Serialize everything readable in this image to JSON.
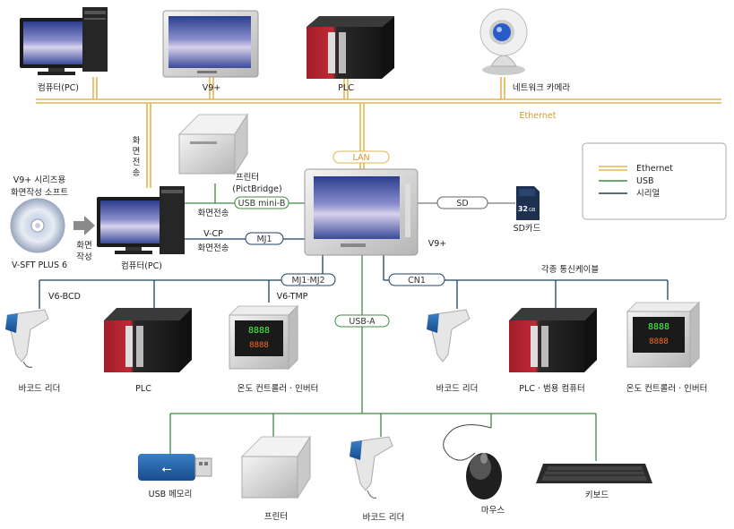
{
  "top_row": {
    "pc": "컴퓨터(PC)",
    "v9": "V9+",
    "plc": "PLC",
    "camera": "네트워크 카메라",
    "ethernet": "Ethernet"
  },
  "middle": {
    "software_title_1": "V9+ 시리즈용",
    "software_title_2": "화면작성 소프트",
    "software_name": "V-SFT PLUS 6",
    "screen_create_1": "화면",
    "screen_create_2": "작성",
    "pc": "컴퓨터(PC)",
    "screen_transfer_vertical": "화면전송",
    "printer_1": "프린터",
    "printer_2": "(PictBridge)",
    "screen_transfer_usb": "화면전송",
    "usb_mini_b": "USB mini-B",
    "v_cp": "V-CP",
    "screen_transfer_mj": "화면전송",
    "mj1": "MJ1",
    "lan": "LAN",
    "sd": "SD",
    "sd_card": "SD카드",
    "sd_capacity": "32",
    "sd_unit": "GB",
    "v9": "V9+",
    "mj1_mj2": "MJ1·MJ2",
    "cn1": "CN1",
    "usb_a": "USB-A",
    "comm_cable": "각종 통신케이블"
  },
  "legend": {
    "ethernet": "Ethernet",
    "usb": "USB",
    "serial": "시리얼"
  },
  "lower_left": {
    "v6_bcd": "V6-BCD",
    "v6_tmp": "V6-TMP",
    "barcode": "바코드 리더",
    "plc": "PLC",
    "temp_controller": "온도 컨트롤러 · 인버터"
  },
  "lower_right": {
    "barcode": "바코드 리더",
    "plc_pc": "PLC · 범용 컴퓨터",
    "temp_controller": "온도 컨트롤러 · 인버터"
  },
  "bottom_row": {
    "usb_memory": "USB 메모리",
    "printer": "프린터",
    "barcode": "바코드 리더",
    "mouse": "마우스",
    "keyboard": "키보드"
  },
  "colors": {
    "ethernet": "#e2b552",
    "usb": "#3f8a3f",
    "serial": "#1f4060"
  }
}
